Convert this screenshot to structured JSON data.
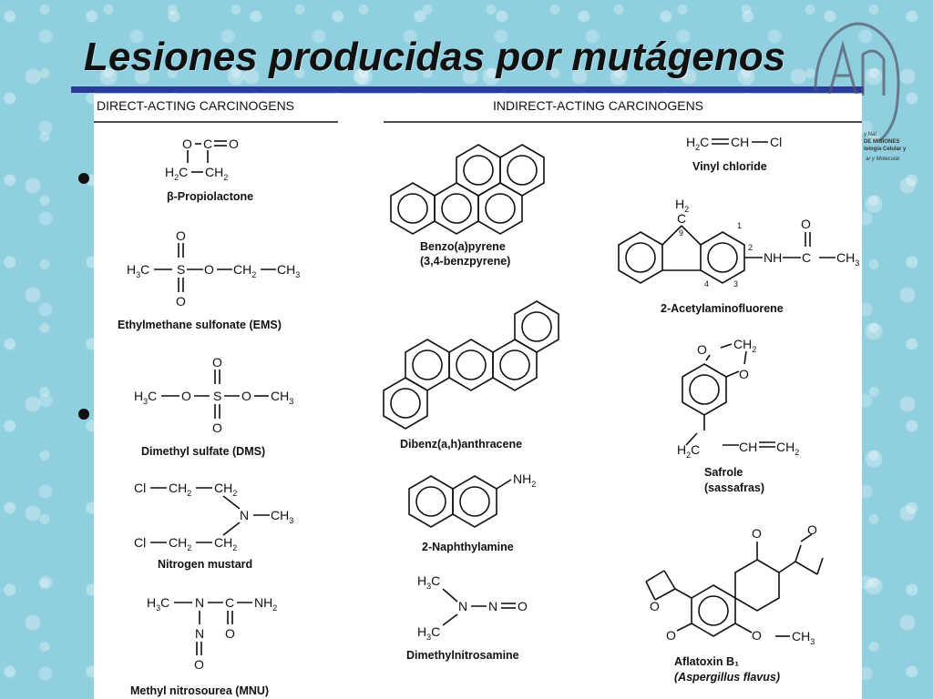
{
  "slide": {
    "title": "Lesiones producidas por mutágenos",
    "logo_lines": [
      "y Nat",
      "DE MISIONES",
      "iología Celular y",
      "ar y Molecular"
    ]
  },
  "figure": {
    "direct_header": "DIRECT-ACTING CARCINOGENS",
    "indirect_header": "INDIRECT-ACTING CARCINOGENS",
    "compounds": {
      "propiolactone": {
        "name": "β-Propiolactone"
      },
      "ems": {
        "name": "Ethylmethane sulfonate (EMS)"
      },
      "dms": {
        "name": "Dimethyl sulfate (DMS)"
      },
      "mustard": {
        "name": "Nitrogen mustard"
      },
      "mnu": {
        "name": "Methyl nitrosourea (MNU)"
      },
      "benzopyrene": {
        "name": "Benzo(a)pyrene",
        "subname": "(3,4-benzpyrene)"
      },
      "dibenzanthracene": {
        "name": "Dibenz(a,h)anthracene"
      },
      "naphthylamine": {
        "name": "2-Naphthylamine"
      },
      "dimethylnitrosamine": {
        "name": "Dimethylnitrosamine"
      },
      "vinyl": {
        "name": "Vinyl chloride"
      },
      "aaf": {
        "name": "2-Acetylaminofluorene"
      },
      "safrole": {
        "name": "Safrole",
        "subname": "(sassafras)"
      },
      "aflatoxin": {
        "name": "Aflatoxin B₁",
        "subname": "(Aspergillus flavus)"
      }
    }
  }
}
